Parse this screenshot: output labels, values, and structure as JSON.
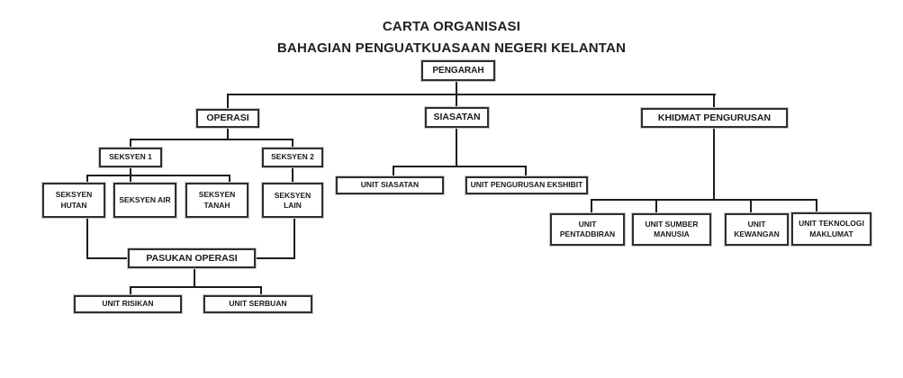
{
  "title": {
    "line1": "CARTA ORGANISASI",
    "line2": "BAHAGIAN PENGUATKUASAAN NEGERI KELANTAN"
  },
  "nodes": {
    "pengarah": {
      "label": "PENGARAH"
    },
    "operasi": {
      "label": "OPERASI"
    },
    "siasatan": {
      "label": "SIASATAN"
    },
    "khidmat_pengurusan": {
      "label": "KHIDMAT PENGURUSAN"
    },
    "seksyen_1": {
      "label": "SEKSYEN 1"
    },
    "seksyen_2": {
      "label": "SEKSYEN 2"
    },
    "seksyen_hutan": {
      "label": "SEKSYEN HUTAN"
    },
    "seksyen_air": {
      "label": "SEKSYEN AIR"
    },
    "seksyen_tanah": {
      "label": "SEKSYEN TANAH"
    },
    "seksyen_lain": {
      "label": "SEKSYEN LAIN"
    },
    "pasukan_operasi": {
      "label": "PASUKAN OPERASI"
    },
    "unit_risikan": {
      "label": "UNIT RISIKAN"
    },
    "unit_serbuan": {
      "label": "UNIT SERBUAN"
    },
    "unit_siasatan": {
      "label": "UNIT SIASATAN"
    },
    "unit_pengurusan_ekshibit": {
      "label": "UNIT PENGURUSAN EKSHIBIT"
    },
    "unit_pentadbiran": {
      "label": "UNIT PENTADBIRAN"
    },
    "unit_sumber_manusia": {
      "label": "UNIT SUMBER MANUSIA"
    },
    "unit_kewangan": {
      "label": "UNIT KEWANGAN"
    },
    "unit_teknologi_maklumat": {
      "label": "UNIT TEKNOLOGI MAKLUMAT"
    }
  },
  "hierarchy": {
    "root": "PENGARAH",
    "children": [
      {
        "label": "OPERASI",
        "children": [
          {
            "label": "SEKSYEN 1",
            "children": [
              "SEKSYEN HUTAN",
              "SEKSYEN AIR",
              "SEKSYEN TANAH"
            ]
          },
          {
            "label": "SEKSYEN 2",
            "children": [
              "SEKSYEN LAIN"
            ]
          },
          {
            "label": "PASUKAN OPERASI",
            "linked_from": [
              "SEKSYEN HUTAN",
              "SEKSYEN LAIN"
            ],
            "children": [
              "UNIT RISIKAN",
              "UNIT SERBUAN"
            ]
          }
        ]
      },
      {
        "label": "SIASATAN",
        "children": [
          "UNIT SIASATAN",
          "UNIT PENGURUSAN EKSHIBIT"
        ]
      },
      {
        "label": "KHIDMAT PENGURUSAN",
        "children": [
          "UNIT PENTADBIRAN",
          "UNIT SUMBER MANUSIA",
          "UNIT KEWANGAN",
          "UNIT TEKNOLOGI MAKLUMAT"
        ]
      }
    ]
  },
  "colors": {
    "background": "#ffffff",
    "box_border": "#2f2f2f",
    "connector": "#1c1c1c",
    "text": "#1a1a1a"
  }
}
